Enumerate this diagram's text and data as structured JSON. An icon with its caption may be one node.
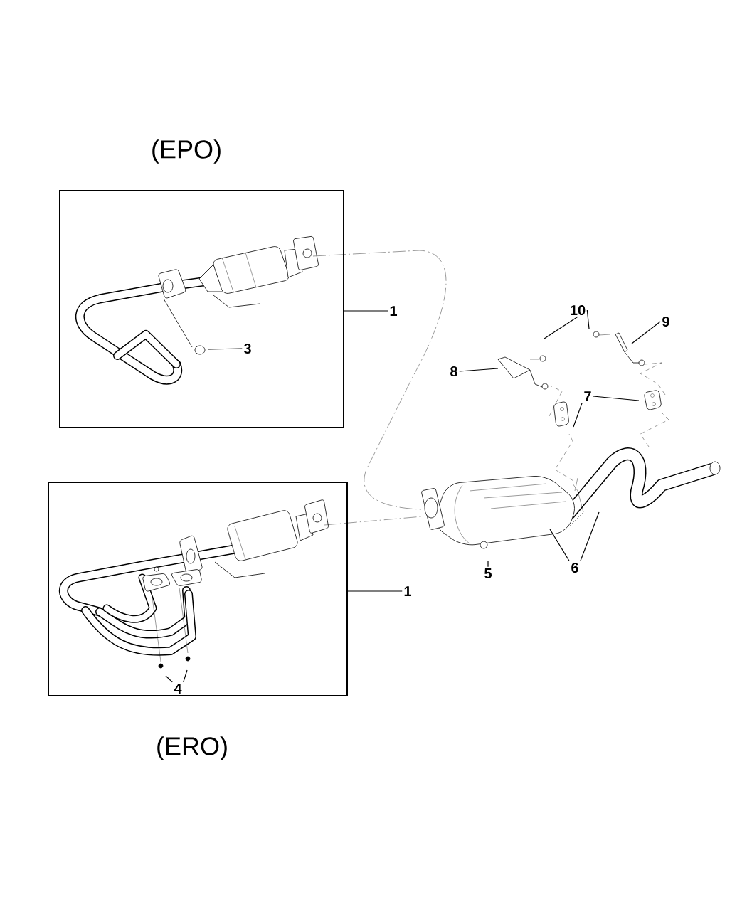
{
  "diagram": {
    "nodes": [
      {
        "text": [
          "(EPO)"
        ]
      },
      {
        "text": [
          "(ERO)"
        ]
      },
      {
        "text": [
          "1"
        ]
      },
      {
        "text": [
          "3"
        ],
        "in": 0
      },
      {
        "text": [
          "1"
        ]
      },
      {
        "text": [
          "4"
        ],
        "in": 1
      },
      {
        "text": [
          "5"
        ]
      },
      {
        "text": [
          "6"
        ]
      },
      {
        "text": [
          "7"
        ]
      },
      {
        "text": [
          "8"
        ]
      },
      {
        "text": [
          "9"
        ]
      },
      {
        "text": [
          "10"
        ]
      }
    ],
    "edges": [
      {
        "from": 2,
        "to": 0,
        "arrow": "none"
      },
      {
        "from": 3,
        "to": null,
        "arrow": "none"
      },
      {
        "from": 4,
        "to": 1,
        "arrow": "none"
      },
      {
        "from": 5,
        "to": null,
        "arrow": "none"
      },
      {
        "from": 5,
        "to": null,
        "arrow": "none"
      },
      {
        "from": 6,
        "to": null,
        "arrow": "none"
      },
      {
        "from": 7,
        "to": null,
        "arrow": "none"
      },
      {
        "from": 7,
        "to": null,
        "arrow": "none"
      },
      {
        "from": 8,
        "to": null,
        "arrow": "none"
      },
      {
        "from": 8,
        "to": null,
        "arrow": "none"
      },
      {
        "from": 9,
        "to": null,
        "arrow": "none"
      },
      {
        "from": 10,
        "to": null,
        "arrow": "none"
      },
      {
        "from": 11,
        "to": null,
        "arrow": "none"
      },
      {
        "from": 11,
        "to": null,
        "arrow": "none"
      }
    ]
  }
}
